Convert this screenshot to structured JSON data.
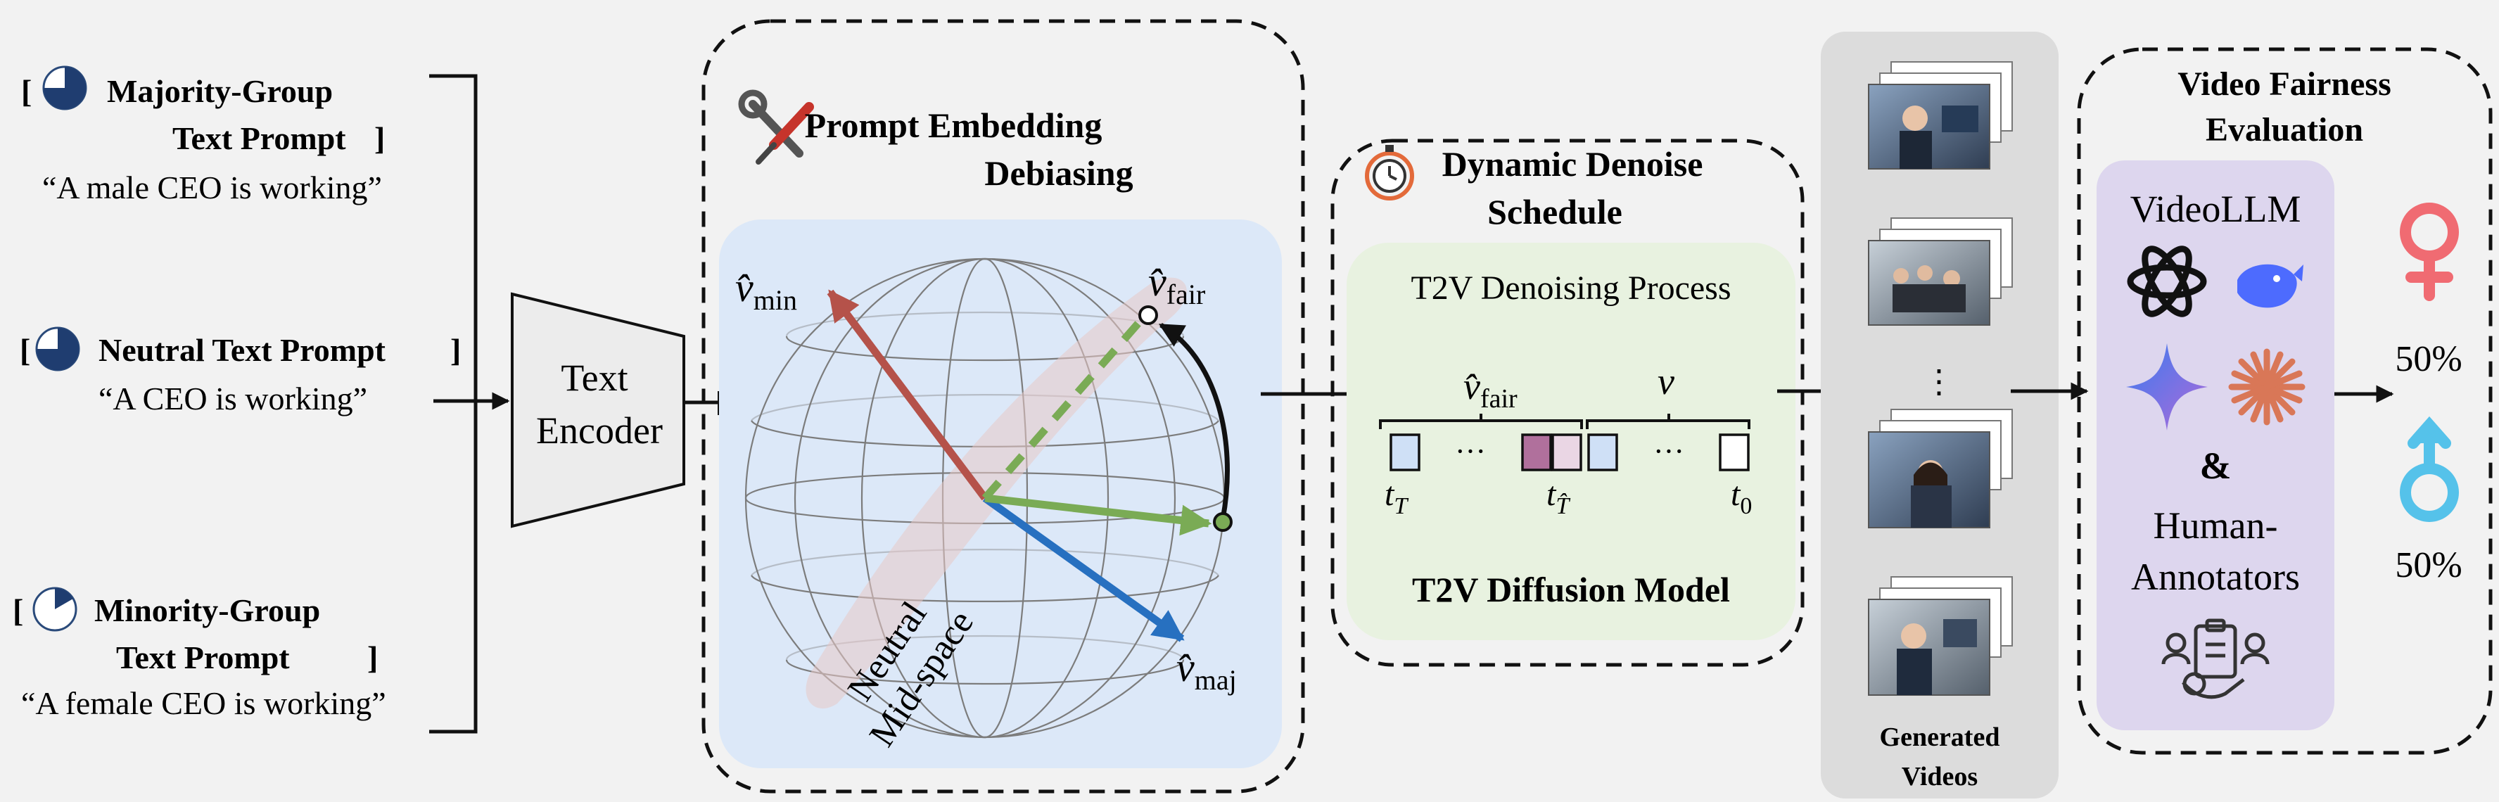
{
  "prompts": {
    "majority": {
      "label_line1": "Majority-Group",
      "label_line2": "Text Prompt",
      "example": "“A male CEO is working”"
    },
    "neutral": {
      "label": "Neutral Text Prompt",
      "example": "“A CEO is working”"
    },
    "minority": {
      "label_line1": "Minority-Group",
      "label_line2": "Text Prompt",
      "example": "“A female CEO is working”"
    }
  },
  "encoder": {
    "line1": "Text",
    "line2": "Encoder"
  },
  "debias": {
    "title_line1": "Prompt Embedding",
    "title_line2": "Debiasing",
    "v_min": "v̂",
    "v_min_sub": "min",
    "v_fair": "v̂",
    "v_fair_sub": "fair",
    "v_maj": "v̂",
    "v_maj_sub": "maj",
    "mid_line1": "Neutral",
    "mid_line2": "Mid-space"
  },
  "denoise": {
    "title_line1": "Dynamic Denoise",
    "title_line2": "Schedule",
    "process_label": "T2V Denoising Process",
    "v_fair": "v̂",
    "v_fair_sub": "fair",
    "v": "v",
    "dots": "···",
    "t_T": "t",
    "t_T_sub": "T",
    "t_That": "t",
    "t_That_sub": "T̂",
    "t_0": "t",
    "t_0_sub": "0",
    "model_label": "T2V Diffusion Model"
  },
  "videos": {
    "vdots": "⋮",
    "label_line1": "Generated",
    "label_line2": "Videos"
  },
  "evaluation": {
    "title_line1": "Video Fairness",
    "title_line2": "Evaluation",
    "videollm": "VideoLLM",
    "amp": "&",
    "human_line1": "Human-",
    "human_line2": "Annotators",
    "female_pct": "50%",
    "male_pct": "50%"
  },
  "colors": {
    "red_arrow": "#b5524a",
    "green_arrow": "#7aab55",
    "blue_arrow": "#2770c0",
    "sphere_bg": "#dce8f8",
    "denoise_bg": "#e8f2e0",
    "videos_bg": "#dcdcdc",
    "eval_bg": "#ddd6ee",
    "female": "#f06b72",
    "male": "#55c2ea"
  }
}
